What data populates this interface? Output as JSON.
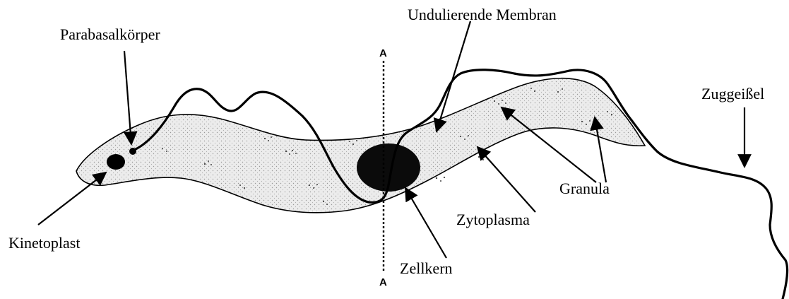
{
  "diagram": {
    "labels": {
      "undulierende_membran": "Undulierende Membran",
      "parabasalkoerper": "Parabasalkörper",
      "zuggeissel": "Zuggeißel",
      "granula": "Granula",
      "zytoplasma": "Zytoplasma",
      "kinetoplast": "Kinetoplast",
      "zellkern": "Zellkern"
    },
    "section_line": {
      "top_label": "A",
      "bottom_label": "A"
    },
    "colors": {
      "cell_fill": "#e4e4e4",
      "outline": "#000000",
      "background": "#ffffff"
    }
  }
}
